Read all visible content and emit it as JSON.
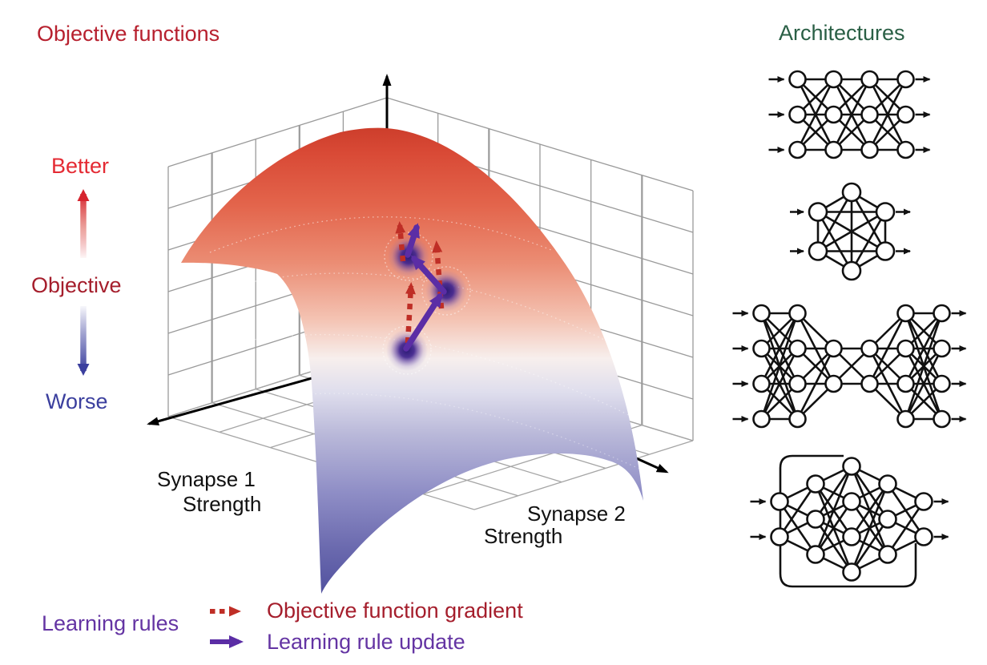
{
  "figure": {
    "objective_title": "Objective functions",
    "architectures_title": "Architectures",
    "learning_rules_title": "Learning rules"
  },
  "objective_axis": {
    "better": "Better",
    "label": "Objective",
    "worse": "Worse"
  },
  "surface_axes": {
    "synapse1_line1": "Synapse 1",
    "synapse1_line2": "Strength",
    "synapse2_line1": "Synapse 2",
    "synapse2_line2": "Strength"
  },
  "legend": {
    "items": [
      {
        "label": "Objective function gradient",
        "style": "dashed",
        "color": "#bf2e26"
      },
      {
        "label": "Learning rule update",
        "style": "solid",
        "color": "#5b2da5"
      }
    ]
  },
  "colors": {
    "objective_title": "#b7202e",
    "architectures_title": "#2a5f45",
    "learning_rules": "#6434a3",
    "better": "#e42a33",
    "objective": "#a51e2c",
    "worse": "#3b3f9e",
    "surface_top": "#c93a28",
    "surface_bottom": "#50509e",
    "gradient_arrow": "#bf2e26",
    "update_arrow": "#5b2da5",
    "grid": "#9a9a9a",
    "network_stroke": "#111111"
  },
  "trajectory": {
    "dots": [
      [
        508,
        437
      ],
      [
        557,
        363
      ],
      [
        510,
        320
      ]
    ],
    "gradient_arrows": [
      [
        509,
        428,
        513,
        357
      ],
      [
        551,
        385,
        545,
        305
      ],
      [
        503,
        326,
        499,
        281
      ]
    ],
    "update_arrows": [
      [
        507,
        435,
        549,
        370
      ],
      [
        554,
        364,
        517,
        323
      ],
      [
        509,
        318,
        520,
        284
      ]
    ]
  },
  "architectures": {
    "items": [
      {
        "name": "feedforward-network",
        "style": "grid",
        "layers": [
          3,
          3,
          3,
          3
        ],
        "inputs": 3,
        "outputs": 3
      },
      {
        "name": "recurrent-all-to-all-network",
        "style": "hexagon",
        "nodes": 6,
        "inputs": 2,
        "outputs": 2
      },
      {
        "name": "bottleneck-autoencoder-network",
        "style": "layered",
        "layers": [
          4,
          4,
          2,
          2,
          4,
          4
        ],
        "inputs": 4,
        "outputs": 4
      },
      {
        "name": "recurrent-loop-network",
        "style": "loop",
        "layers": [
          2,
          3,
          4,
          3,
          2
        ],
        "inputs": 2,
        "outputs": 2
      }
    ]
  }
}
